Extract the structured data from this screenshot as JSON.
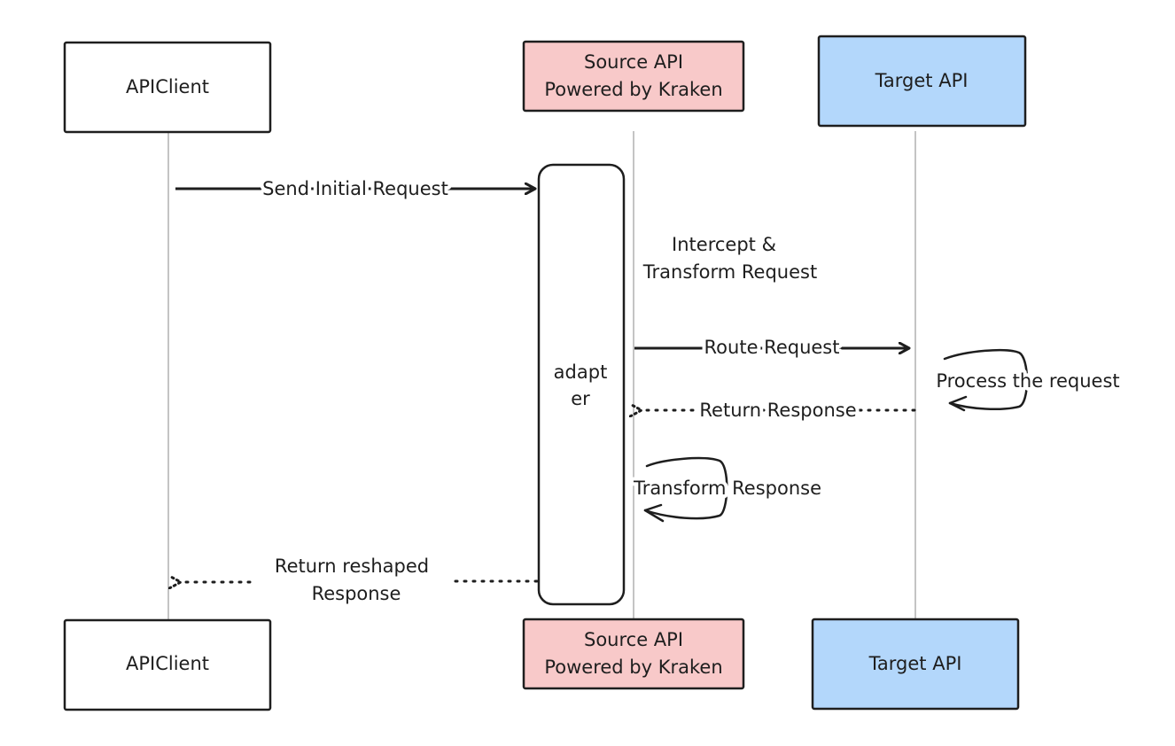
{
  "participants": {
    "client": {
      "label": "APIClient",
      "fill": "#ffffff"
    },
    "source": {
      "line1": "Source API",
      "line2": "Powered by Kraken",
      "fill": "#f8c9c9"
    },
    "target": {
      "label": "Target API",
      "fill": "#b3d7fb"
    }
  },
  "activation": {
    "line1": "adapt",
    "line2": "er"
  },
  "messages": {
    "send_initial": "Send Initial Request",
    "intercept_line1": "Intercept &",
    "intercept_line2": "Transform Request",
    "route_request": "Route Request",
    "process_request": "Process the request",
    "return_response": "Return Response",
    "transform_response": "Transform Response",
    "return_reshaped_line1": "Return reshaped",
    "return_reshaped_line2": "Response"
  },
  "colors": {
    "stroke": "#1e1e1e",
    "lifeline": "#b0b0b0",
    "background": "#ffffff"
  }
}
